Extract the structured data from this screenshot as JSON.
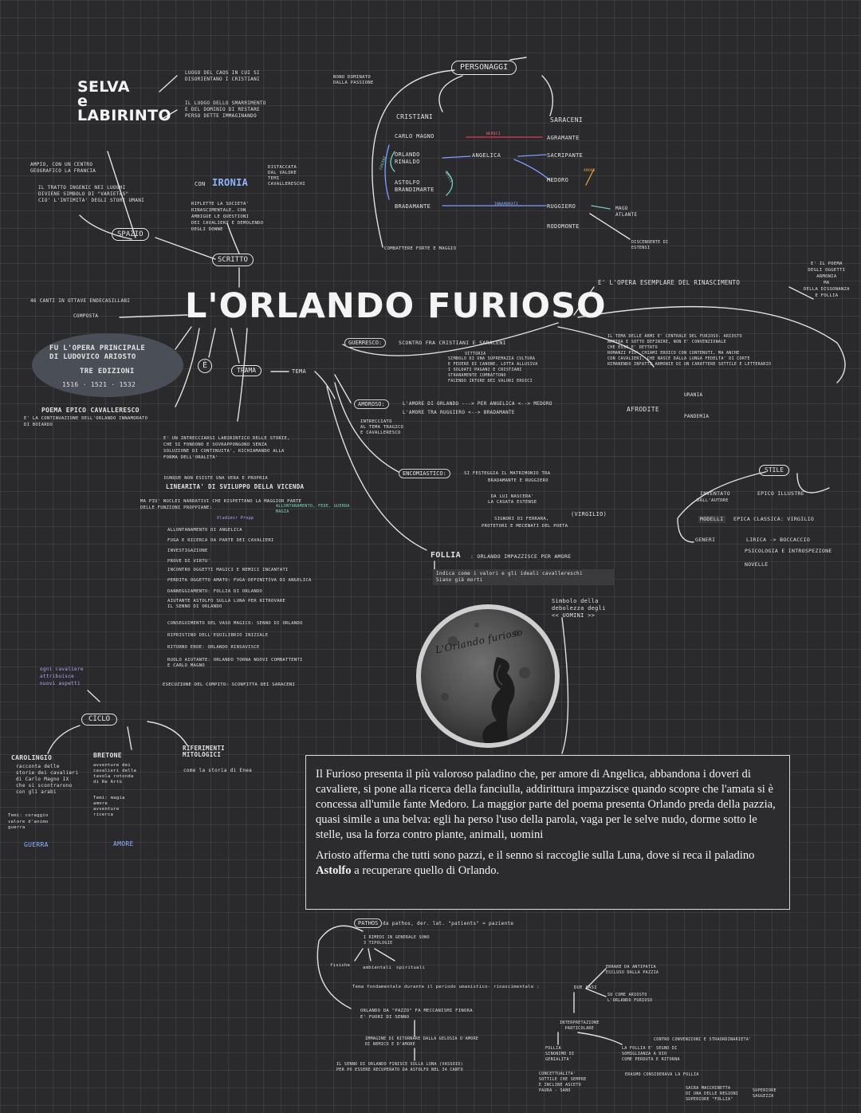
{
  "title": "L'ORLANDO FURIOSO",
  "selva": {
    "title": "SELVA\ne\nLABIRINTO",
    "note1": "LUOGO DEL CAOS IN CUI SI\nDISORIENTANO I CRISTIANI",
    "note2": "IL LUOGO DELLO SMARRIMENTO\nE DEL DOMINIO DI RESTARE\nPERSO DETTE IMMAGINANDO",
    "note3": "AMPIO, CON UN CENTRO\nGEOGRAFICO LA FRANCIA",
    "note4": "IL TRATTO INGENIC NEI LUOGHI\nDIVIENE SIMBOLO DI \"VARIETAS\"\nCIO' L'INTIMITA' DEGLI STORI UMANI"
  },
  "spazio": "SPAZIO",
  "scritto": "SCRITTO",
  "ironia": {
    "pre": "CON",
    "word": "IRONIA",
    "side": "DISTACCATA\nDAL VALORE\nTEMI\nCAVALLERESCHI",
    "note": "RIFLETTE LA SOCIETA'\nRINASCIMENTALE, CON\nAMBIGUE LE QUESTIONI\nDEI CAVALIERI E DEMOLENDO\nDEGLI DONNE"
  },
  "composta": {
    "line1": "46 CANTI IN OTTAVE ENDECASILLABI",
    "line2": "COMPOSTA"
  },
  "opera": {
    "line1": "FU L'OPERA PRINCIPALE",
    "line2": "DI LUDOVICO ARIOSTO",
    "line3": "TRE EDIZIONI",
    "years": "1516  ·  1521  ·  1532"
  },
  "poema": {
    "title": "POEMA EPICO CAVALLERESCO",
    "note": "E' LA CONTINUAZIONE DELL'ORLANDO INNAMORATO\nDI BOIARDO",
    "e_label": "È",
    "trama": "TRAMA",
    "tema": "TEMA"
  },
  "personaggi": {
    "title": "PERSONAGGI",
    "top_note": "NONO DOMINATO\nDALLA PASSIONE",
    "cristiani": "CRISTIANI",
    "saraceni": "SARACENI",
    "left_list": [
      "CARLO MAGNO",
      "ORLANDO",
      "RINALDO",
      "ASTOLFO",
      "BRANDIMARTE",
      "BRADAMANTE"
    ],
    "right_list": [
      "AGRAMANTE",
      "SACRIPANTE",
      "MEDORO",
      "RUGGIERO",
      "RODOMONTE"
    ],
    "angelica": "ANGELICA",
    "nemici": "NEMICI",
    "cugini": "CUGINI",
    "amici": "AMICI",
    "innamorati": "INNAMORATI",
    "amore": "AMORE",
    "mago": "MAGO\nATLANTE",
    "discendente": "DISCENDENTE DI\nESTENSI",
    "bottom": "COMBATTERE FORTE E MAGGIO"
  },
  "rinascimento": {
    "text": "E' L'OPERA ESEMPLARE DEL RINASCIMENTO",
    "right_note": "E' IL POEMA\nDEGLI OGGETTI\nARMONIA\nMA\nDELLA DISSONANZA\nE FOLLIA"
  },
  "guerresco": {
    "label": "GUERRESCO:",
    "title": "SCONTRO FRA CRISTIANI E SARACENI",
    "sub": "VITTORIA",
    "body": "SIMBOLO DI UNA SUPREMAZIA CULTURA\nE FEDERE DI CANONE, LOTTA ALLUSIVA\nI SOLDATI PAGANI E CRISTIANI\nSTRANAMENTE COMBATTONO\nFACENDO IRTURE DEI VALORI EROICI",
    "right": "IL TEMA DELLE ARMI E' CENTRALE DEL FURIOSO. ARIOSTO\nAMMIRA E SOTTO DEFINIRE, NON E' CONVENZIONALE\nCHE ESSO E' DETTATO\nROMANZI PIU' CHIAMI EROICO CON CONTENUTI, MA ANCHE\nCON CAVALIERI, CHE NASCE DALLA LUNGA FEDELTA' DI CORTE\nRIMANENDO INFATTI ARMONIE DI UN CARATTERE SOTTILE E LETTERARIO"
  },
  "amoroso": {
    "label": "AMOROSO:",
    "l1": "L'AMORE DI ORLANDO ---> PER ANGELICA <--> MEDORO",
    "l2": "L'AMORE TRA RUGGIERO <--> BRADAMANTE",
    "afro": "AFRODITE",
    "urania": "URANIA",
    "pandemia": "PANDEMIA",
    "sub": "INTRECCIATO\nAL TEMA TRAGICO\nE CAVALLERESCO"
  },
  "encomiastico": {
    "label": "ENCOMIASTICO:",
    "l1": "SI FESTEGGIA IL MATRIMONIO TRA",
    "l2": "BRADAMANTE E RUGGIERO",
    "l3": "DA LUI NASCERA'\nLA CASATA ESTENSE",
    "l4": "SIGNORI DI FERRARA,",
    "virgilio": "(VIRGILIO)",
    "l5": "PROTETORI E MECENATI DEL POETA"
  },
  "follia": {
    "label": "FOLLIA",
    "desc": ": ORLANDO IMPAZZISCE PER AMORE",
    "sub": "Indica come i valori e gli ideali cavallereschi\nSiano già morti",
    "simbolo": "Simbolo della\ndebolezza degli\n<< UOMINI >>"
  },
  "stile": {
    "title": "STILE",
    "l1_a": "INVENTATO",
    "l1_b": "EPICO ILLUSTRE",
    "l1_c": "DALL'AUTORE",
    "l2_a": "MODELLI",
    "l2_b": "EPICA CLASSICA: VIRGILIO",
    "l3_a": "GENERI",
    "l3_b": "LIRICA -> BOCCACCIO",
    "l3_c": "PSICOLOGIA E INTROSPEZIONE",
    "l3_d": "NOVELLE"
  },
  "trama": {
    "intro": "E' UN INTRECCIARSI LABIRINTICO DELLE STORIE,\nCHE SI FONDONO E SOVRAPPONGONO SENZA\nSOLUZIONE DI CONTINUITA', RICHIAMANDO ALLA\nFORMA DELL'ORALITA'",
    "dunque": "DUNQUE NON ESISTE UNA VERA E PROPRIA",
    "linearita": "LINEARITA' DI SVILUPPO DELLA VICENDA",
    "ma": "MA PIU' NUCLEI NARRATIVI CHE RISPETTANO LA MAGGIOR PARTE\nDELLE FUNZIONI PROPPIANE:",
    "funzioni": "ALLONTANAMENTO, FEDE, GUERRA\nMAGIA",
    "propp": "Vladimir Propp",
    "items": [
      "ALLONTANAMENTO DI ANGELICA",
      "FUGA E RICERCA DA PARTE DEI CAVALIERI",
      "INVESTIGAZIONE",
      "PROVE DI VIRTU'",
      "INCONTRO OGGETTI MAGICI E NEMICI INCANTATI",
      "PERDITA OGGETTO AMATO: FUGA DEFINITIVA DI ANGELICA",
      "DANNEGGIAMENTO: FOLLIA DI ORLANDO",
      "AIUTANTE ASTOLFO SULLA LUNA PER RITROVARE\nIL SENNO DI ORLANDO",
      "CONSEGUIMENTO DEL VASO MAGICO: SENNO DI ORLANDO",
      "RIPRISTINO DELL'EQUILIBRIO INIZIALE",
      "RITORNO EROE: ORLANDO RINSAVISCE",
      "RUOLO AIUTANTE: ORLANDO TORNA NUOVI COMBATTENTI\nE CARLO MAGNO",
      "ESECUZIONE DEL COMPITO: SCONFITTA DEI SARACENI"
    ]
  },
  "ciclo": {
    "title": "CICLO",
    "note": "ogni cavaliere\nattribuisce\nnuovi aspetti",
    "carolingio": "CAROLINGIO",
    "carolingio_desc": "racconta delle\nstorie dei cavalieri\ndi Carlo Magno IX\nche si scontrarono\ncon gli arabi",
    "carolingio_temi": "Temi: coraggio\nvalore d'animo\nguerra",
    "guerra": "GUERRA",
    "bretone": "BRETONE",
    "bretone_desc": "avventure dei\ncavalieri della\ntavola rotonda\ndi Re Artù",
    "bretone_temi": "Temi: magia\namore\navventure\nricerca",
    "amore": "AMORE",
    "riferimenti": "RIFERIMENTI\nMITOLOGICI",
    "riferimenti_desc": "come la storia di Enea"
  },
  "moon_caption": "L'Orlando furioso",
  "box": {
    "p1": "Il Furioso presenta il più valoroso paladino che, per amore di Angelica, abbandona i doveri di cavaliere, si pone alla ricerca della fanciulla, addirittura impazzisce quando scopre che l'amata si è concessa all'umile fante Medoro. La maggior parte del poema presenta Orlando preda della pazzia, quasi simile a una belva: egli ha perso l'uso della parola, vaga per le selve nudo, dorme sotto le stelle, usa la forza contro piante, animali, uomini",
    "p2_a": "Ariosto afferma che tutti sono pazzi, e il senno si raccoglie sulla Luna, dove si reca il paladino ",
    "p2_bold": "Astolfo",
    "p2_b": " a recuperare quello di Orlando."
  },
  "pathos": {
    "word": "PATHOS",
    "def": "da pathos, der. lat. \"patients\" = paziente",
    "sub": "I RIMEDI IN GENERALE SONO\n3 TIPOLOGIE",
    "branches": [
      "fisiche",
      "ambientali",
      "spirituali"
    ],
    "tema": "Tema fondamentale durante il periodo umanistico- rinascimentale :",
    "due": "DUE CASI",
    "caso1": "ERRARE DA ANTIPATIA\nESCLUSO DALLA PAZZIA",
    "caso2": "SU COME ARIOSTO\nL'ORLANDO FURIOSO",
    "orlando": "ORLANDO DA \"PAZZO\" FA MECCANISMI FINORA\nE' FUORI DI SENNO",
    "imm": "IMMAGINE DI RITORNARE DALLA GELOSIA D'AMORE\nDI NEMICO E D'AMORE",
    "senno": "IL SENNO DI ORLANDO FINISCE SULLA LUNA (VASSOIO)\nPER PO ESSERE RECUPERATO DA ASTOLFO NEL 34 CANTO",
    "interp": "INTERPRETAZIONE\nPARTICOLARE",
    "follia_b": "FOLLIA\nSINONIMO DI\nGENIALITA'",
    "follia_c": "LA FOLLIA E' SEGNO DI\nSOMIGLIANZA A DIO\nCOME PERDUTA E RITORNA",
    "contro": "CONTRO CONVENZIONI E STRAORDINARIETA'",
    "erasmo": "ERASMO  CONSIDERAVA LA FOLLIA",
    "concettualita": "CONCETTUALITA'\nSOTTILE CHE SEMPRE\nE INCLINE ASCETO\nPAURA - SANO",
    "sacra": "SACRA MACCHINETTA\nDI UNA DELLE REGIONI\nSUPERIORE \"FOLLIA\"",
    "superiore": "SUPERIORE\nSAGGEZZA"
  }
}
